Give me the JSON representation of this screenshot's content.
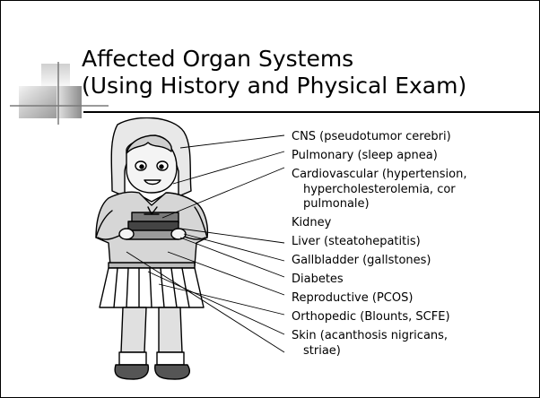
{
  "slide": {
    "title_line1": "Affected Organ Systems",
    "title_line2": "(Using History and Physical Exam)",
    "items": [
      {
        "lines": [
          "CNS (pseudotumor cerebri)"
        ]
      },
      {
        "lines": [
          "Pulmonary (sleep apnea)"
        ]
      },
      {
        "lines": [
          "Cardiovascular (hypertension,",
          "hypercholesterolemia, cor",
          "pulmonale)"
        ]
      },
      {
        "lines": [
          "Kidney"
        ]
      },
      {
        "lines": [
          "Liver (steatohepatitis)"
        ]
      },
      {
        "lines": [
          "Gallbladder (gallstones)"
        ]
      },
      {
        "lines": [
          "Diabetes"
        ]
      },
      {
        "lines": [
          "Reproductive (PCOS)"
        ]
      },
      {
        "lines": [
          "Orthopedic (Blounts, SCFE)"
        ]
      },
      {
        "lines": [
          "Skin (acanthosis nigricans,",
          "striae)"
        ]
      }
    ]
  }
}
